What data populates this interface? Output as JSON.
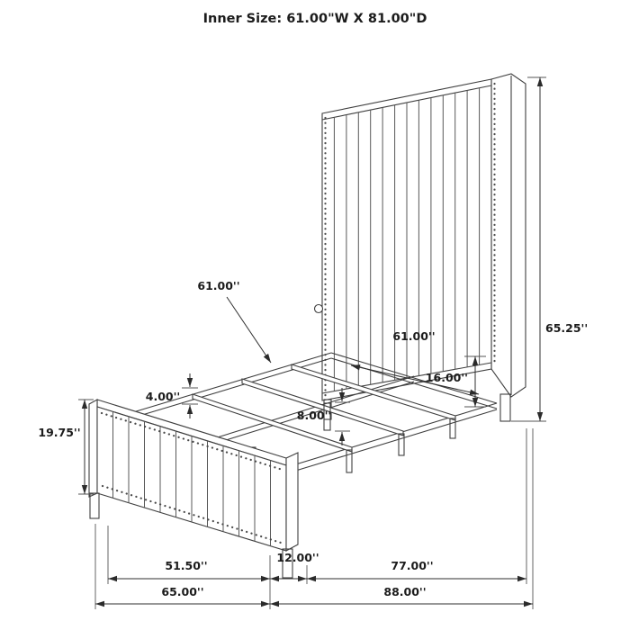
{
  "title": "Inner Size: 61.00\"W X 81.00\"D",
  "labels": {
    "slat_callout": "61.00''",
    "inner_width": "61.00''",
    "headboard_height": "65.25''",
    "side_rail_height": "16.00''",
    "slat_thickness": "4.00''",
    "leg_height": "8.00''",
    "footboard_height": "19.75''",
    "footboard_inner_width": "51.50''",
    "footboard_offset": "12.00''",
    "rail_length": "77.00''",
    "footboard_width": "65.00''",
    "overall_depth": "88.00''"
  }
}
